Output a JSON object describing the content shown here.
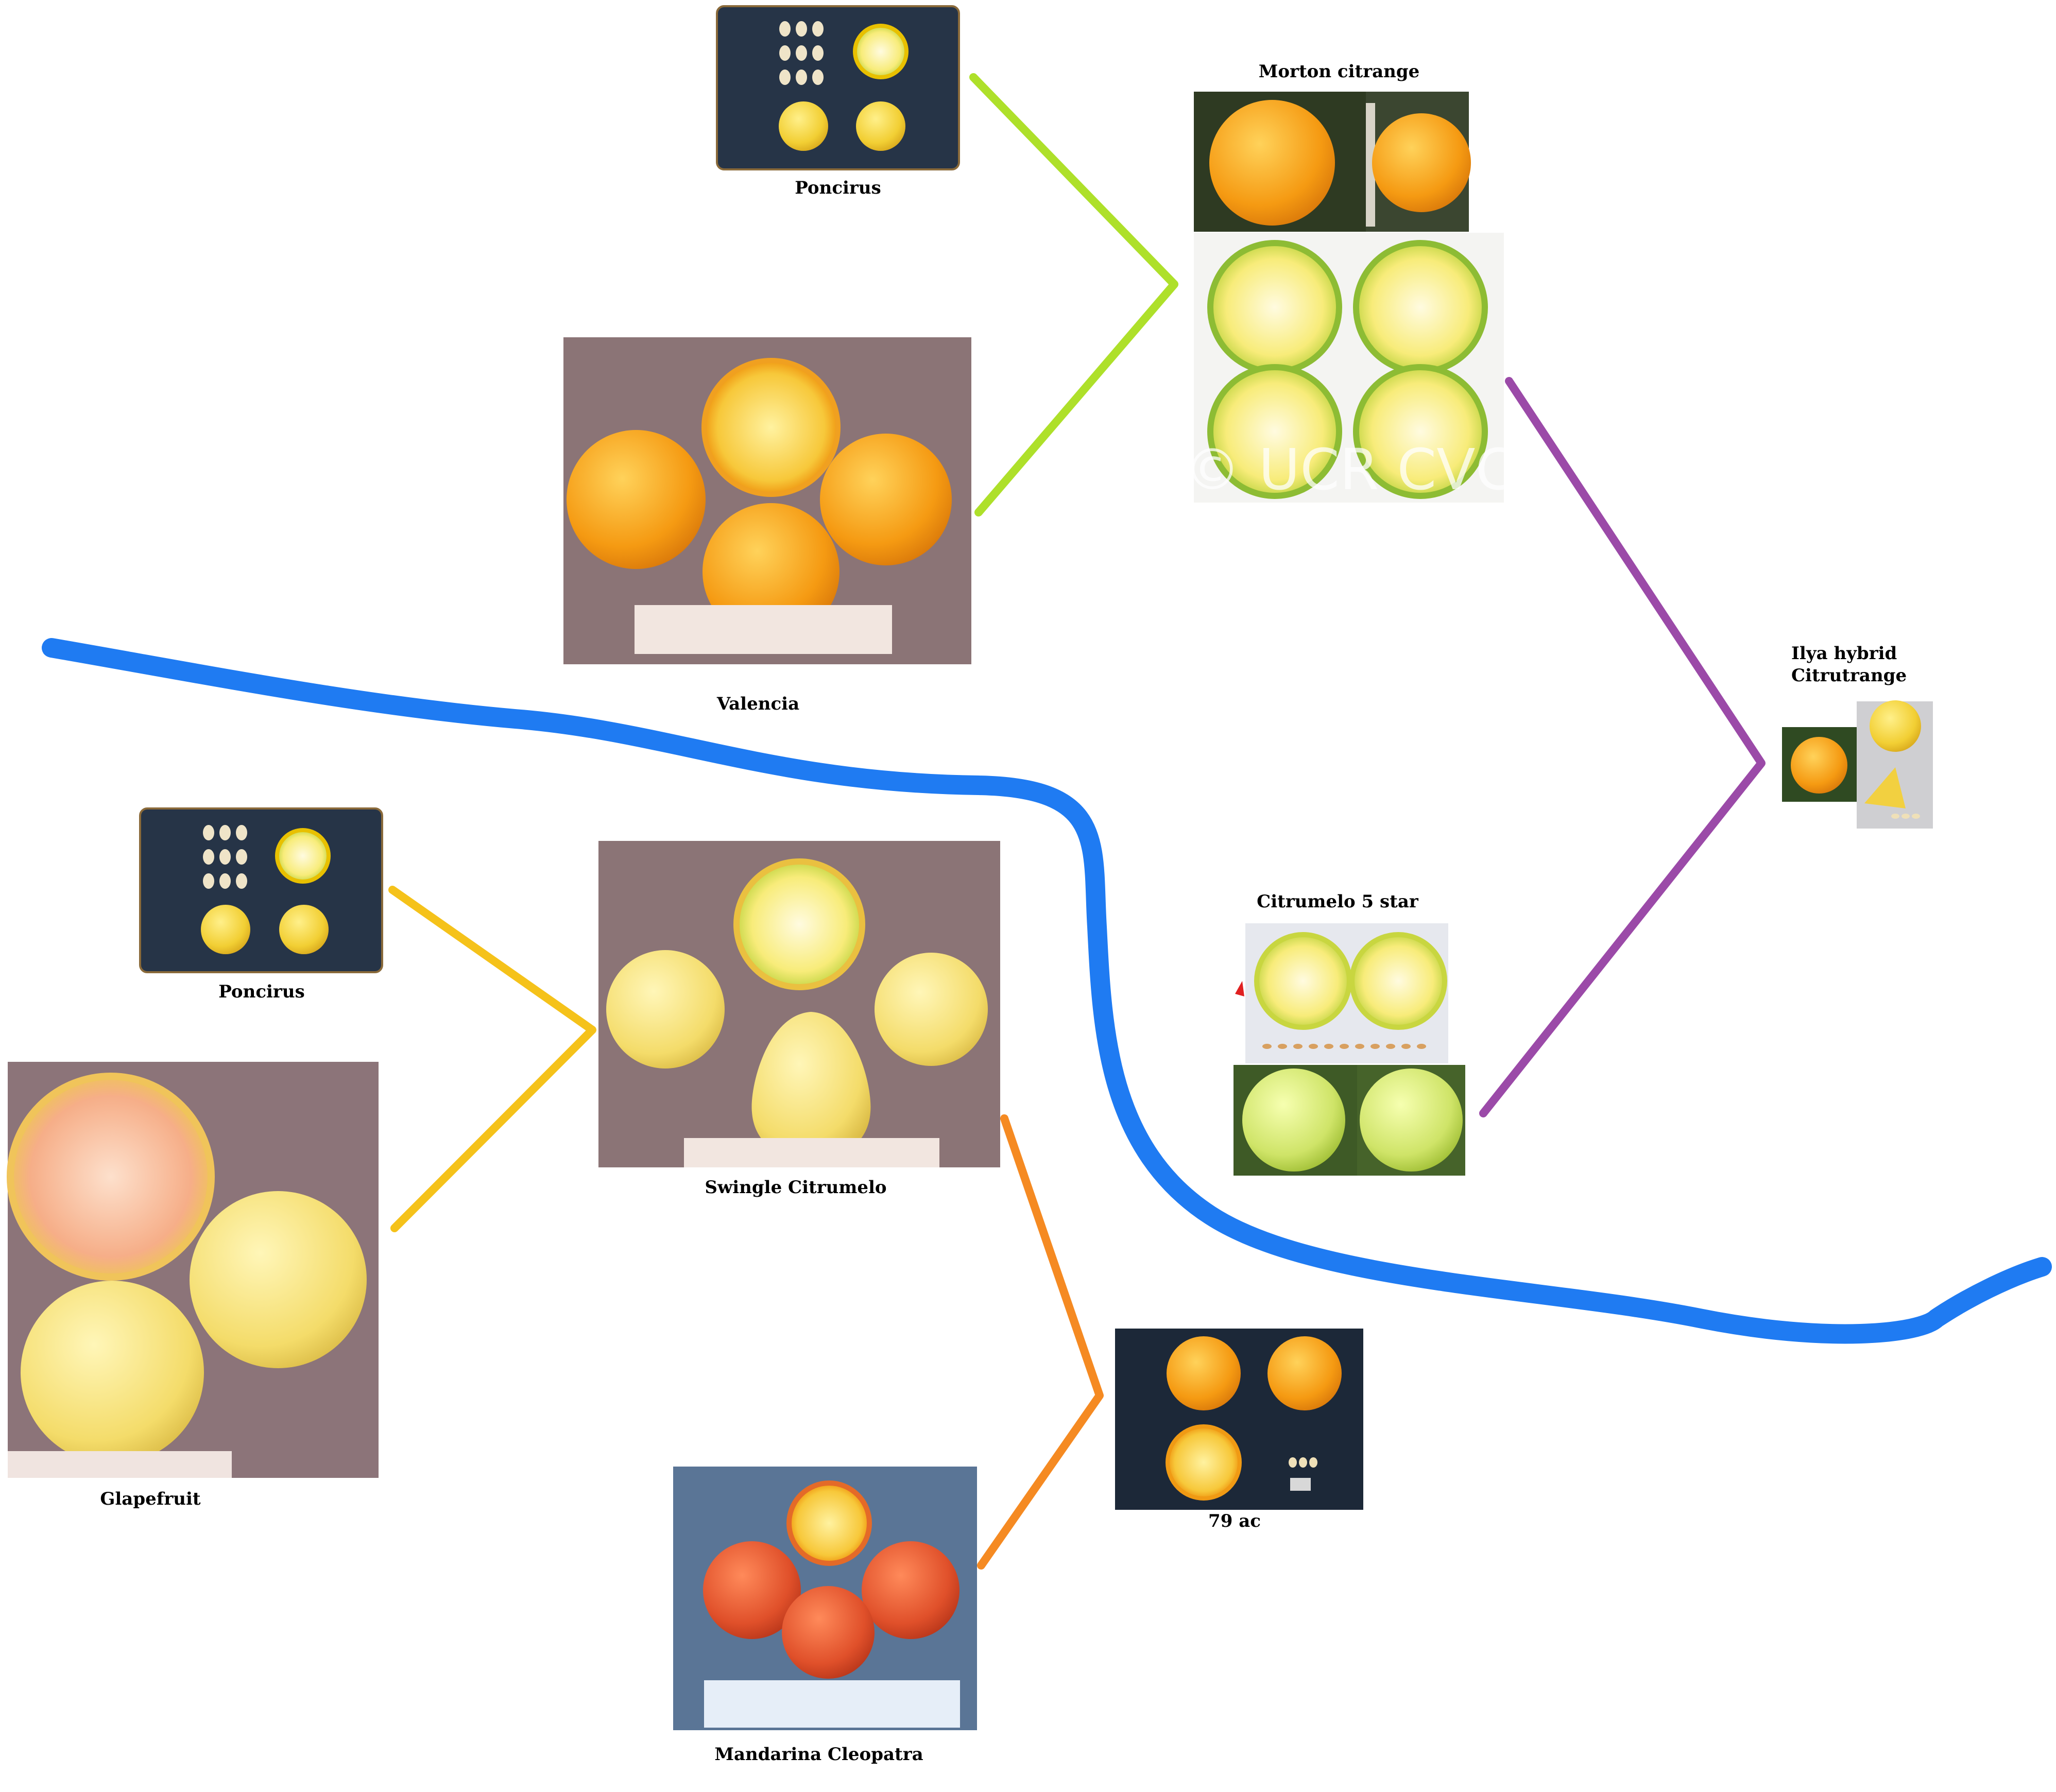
{
  "labels": {
    "poncirus_top": "Poncirus",
    "morton": "Morton citrange",
    "valencia": "Valencia",
    "ilya_line1": "Ilya hybrid",
    "ilya_line2": "Citrutrange",
    "poncirus_left": "Poncirus",
    "citrumelo5": "Citrumelo 5 star",
    "swingle": "Swingle Citrumelo",
    "glapefruit": "Glapefruit",
    "ac79": "79 ac",
    "cleopatra": "Mandarina Cleopatra",
    "watermark": "© UCR CVC"
  },
  "colors": {
    "lime_connector": "#aee02a",
    "purple_connector": "#9b4aa8",
    "yellow_connector": "#f5c21a",
    "orange_connector": "#f58a22",
    "blue_divider": "#1f7bf2",
    "orange_fruit": "#f7a21c",
    "yellow_fruit": "#f4d64a",
    "mandarin_fruit": "#e2522a",
    "grapefruit_flesh": "#f6b08c"
  }
}
